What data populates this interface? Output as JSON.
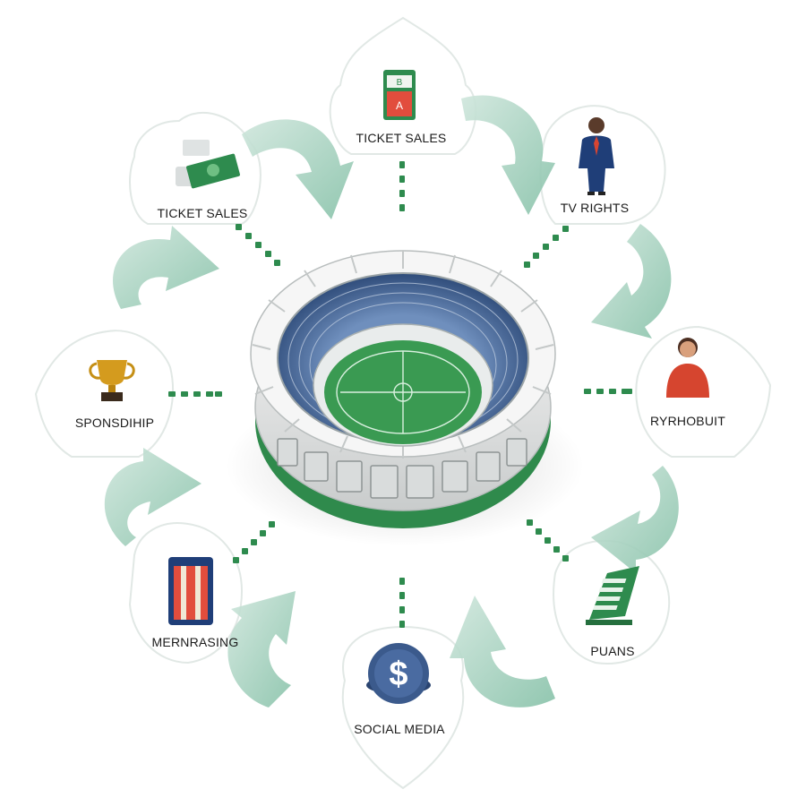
{
  "diagram": {
    "center": {
      "icon": "stadium-icon"
    },
    "nodes": [
      {
        "id": "top",
        "label": "TICKET SALES",
        "icon": "ticket-booth-icon"
      },
      {
        "id": "top-left",
        "label": "TICKET SALES",
        "icon": "cash-stack-icon"
      },
      {
        "id": "top-right",
        "label": "TV RIGHTS",
        "icon": "businessman-icon"
      },
      {
        "id": "left",
        "label": "SPONSDIHIP",
        "icon": "trophy-icon"
      },
      {
        "id": "right",
        "label": "RYRHOBUIT",
        "icon": "person-icon"
      },
      {
        "id": "bottom-left",
        "label": "MERNRASING",
        "icon": "merchandise-box-icon"
      },
      {
        "id": "bottom",
        "label": "SOCIAL MEDIA",
        "icon": "dollar-coin-icon"
      },
      {
        "id": "bottom-right",
        "label": "PUANS",
        "icon": "document-stand-icon"
      }
    ],
    "colors": {
      "accent_green": "#2e8b4e",
      "arrow_green": "#9fd1bd",
      "petal_outline": "#e3e9e7",
      "seat_blue": "#3e5f8f",
      "stand_white": "#f2f2f2"
    }
  }
}
